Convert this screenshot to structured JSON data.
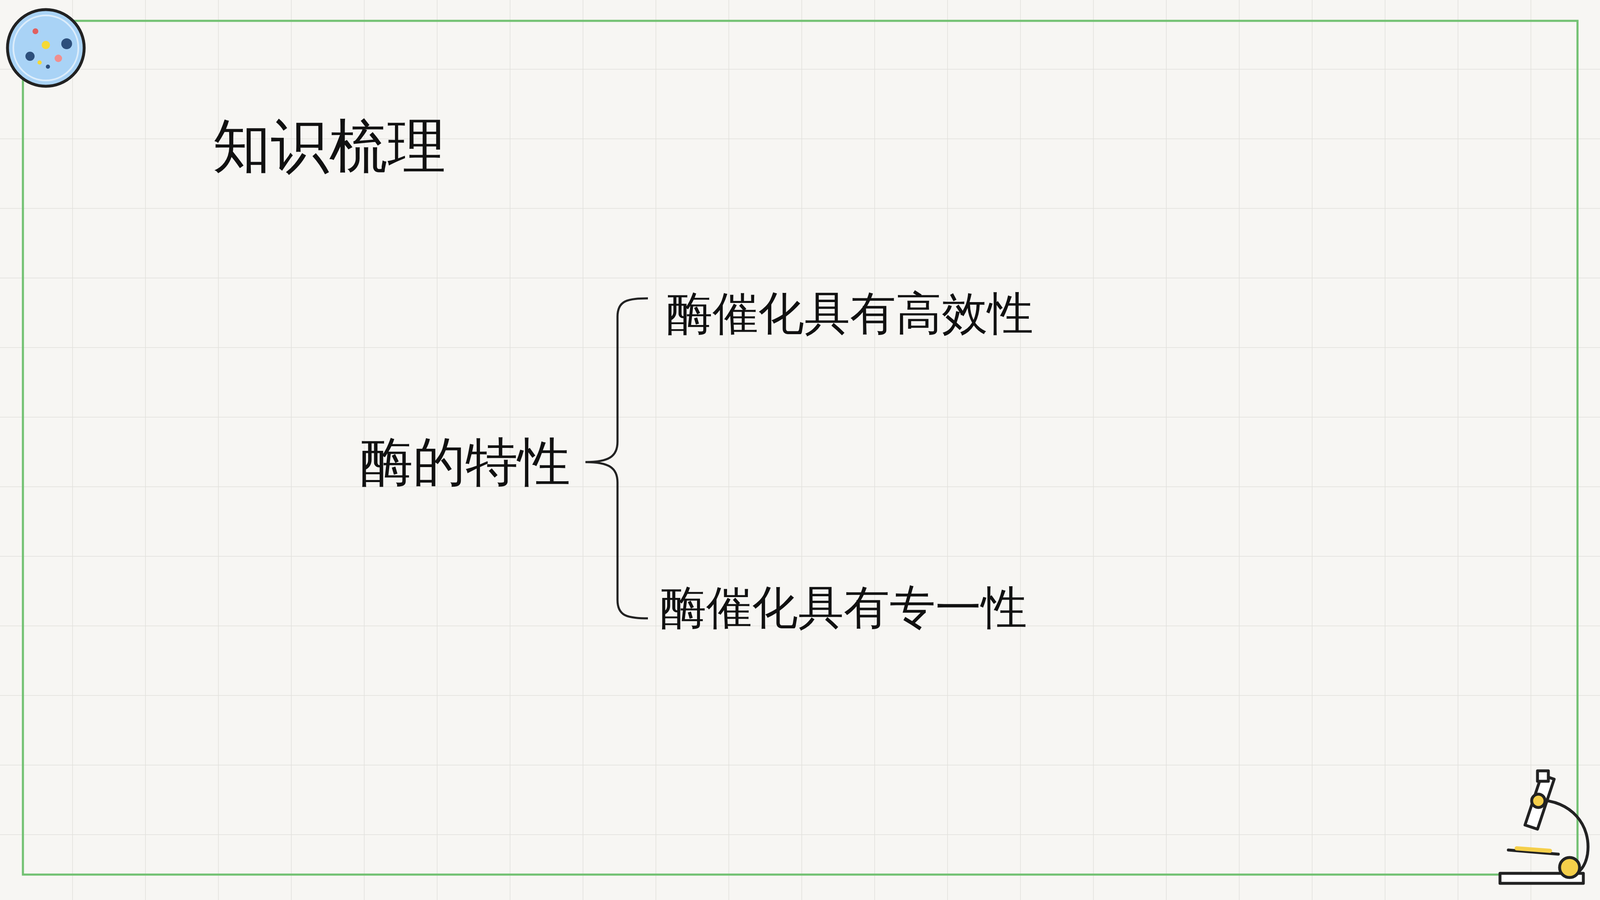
{
  "diagram": {
    "title": "知识梳理",
    "nodes": [
      {
        "text": [
          "酶的特性"
        ]
      },
      {
        "text": [
          "酶催化具有高效性"
        ]
      },
      {
        "text": [
          "酶催化具有专一性"
        ]
      }
    ]
  }
}
